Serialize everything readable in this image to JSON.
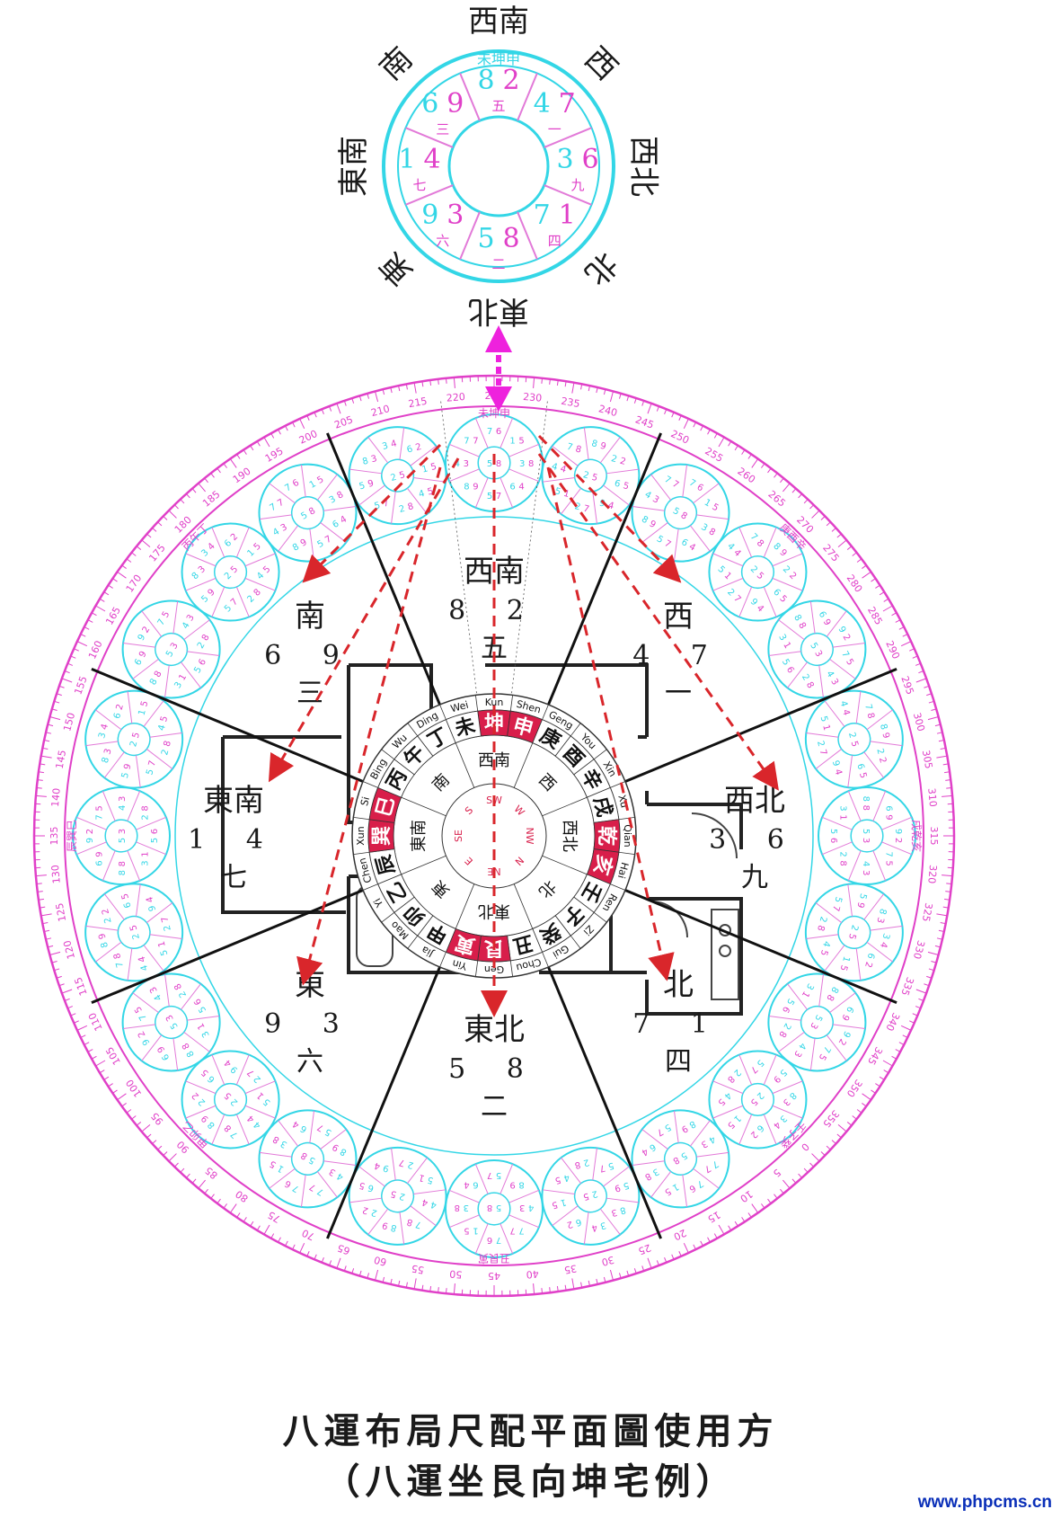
{
  "colors": {
    "cyan": "#33d6e6",
    "magenta": "#e040c8",
    "pink": "#e27ad8",
    "red": "#d9262b",
    "crimson": "#d81e4a",
    "arrow_magenta": "#ee22dd",
    "ink": "#1a1a1a",
    "watermark": "#0a2fb8"
  },
  "small_chart": {
    "mountain_label": "未坤申",
    "directions": [
      "西南",
      "西",
      "西北",
      "北",
      "東北",
      "東",
      "東南",
      "南"
    ],
    "cells": [
      {
        "name": "southwest",
        "a": "8",
        "b": "2",
        "base": "五"
      },
      {
        "name": "west",
        "a": "4",
        "b": "7",
        "base": "一"
      },
      {
        "name": "northwest",
        "a": "3",
        "b": "6",
        "base": "九"
      },
      {
        "name": "north",
        "a": "7",
        "b": "1",
        "base": "四"
      },
      {
        "name": "northeast",
        "a": "5",
        "b": "8",
        "base": "二"
      },
      {
        "name": "east",
        "a": "9",
        "b": "3",
        "base": "六"
      },
      {
        "name": "southeast",
        "a": "1",
        "b": "4",
        "base": "七"
      },
      {
        "name": "south",
        "a": "6",
        "b": "9",
        "base": "三"
      }
    ]
  },
  "sectors": [
    {
      "name": "southwest",
      "title": "西南",
      "nums": "8 2",
      "base": "五"
    },
    {
      "name": "west",
      "title": "西",
      "nums": "4 7",
      "base": "一"
    },
    {
      "name": "northwest",
      "title": "西北",
      "nums": "3 6",
      "base": "九"
    },
    {
      "name": "north",
      "title": "北",
      "nums": "7 1",
      "base": "四"
    },
    {
      "name": "northeast",
      "title": "東北",
      "nums": "5 8",
      "base": "二"
    },
    {
      "name": "east",
      "title": "東",
      "nums": "9 3",
      "base": "六"
    },
    {
      "name": "southeast",
      "title": "東南",
      "nums": "1 4",
      "base": "七"
    },
    {
      "name": "south",
      "title": "南",
      "nums": "6 9",
      "base": "三"
    }
  ],
  "mountain_labels": [
    "未坤申",
    "庚酉辛",
    "戌乾亥",
    "壬子癸",
    "丑艮寅",
    "甲卯乙",
    "辰巽巳",
    "丙午丁"
  ],
  "degree_labels": [
    "0",
    "5",
    "10",
    "15",
    "20",
    "25",
    "30",
    "35",
    "40",
    "45",
    "50",
    "55",
    "60",
    "65",
    "70",
    "75",
    "80",
    "85",
    "90",
    "95",
    "100",
    "105",
    "110",
    "115",
    "120",
    "125",
    "130",
    "135",
    "140",
    "145",
    "150",
    "155",
    "160",
    "165",
    "170",
    "175",
    "180",
    "185",
    "190",
    "195",
    "200",
    "205",
    "210",
    "215",
    "220",
    "225",
    "230",
    "235",
    "240",
    "245",
    "250",
    "255",
    "260",
    "265",
    "270",
    "275",
    "280",
    "285",
    "290",
    "295",
    "300",
    "305",
    "310",
    "315",
    "320",
    "325",
    "330",
    "335",
    "340",
    "345",
    "350",
    "355"
  ],
  "mini_chart_digits": [
    [
      "7",
      "1",
      "3",
      "6",
      "5",
      "8",
      "4",
      "7",
      "9",
      "3"
    ],
    [
      "8",
      "2",
      "6",
      "9",
      "2",
      "5",
      "4",
      "7",
      "1",
      "4"
    ],
    [
      "9",
      "7",
      "4",
      "2",
      "5",
      "3",
      "8",
      "6",
      "1",
      "8"
    ],
    [
      "3",
      "6",
      "1",
      "4",
      "2",
      "5",
      "5",
      "8",
      "7",
      "9"
    ]
  ],
  "compass": {
    "mountains": [
      "坤",
      "申",
      "庚",
      "酉",
      "辛",
      "戌",
      "乾",
      "亥",
      "壬",
      "子",
      "癸",
      "丑",
      "艮",
      "寅",
      "甲",
      "卯",
      "乙",
      "辰",
      "巽",
      "巳",
      "丙",
      "午",
      "丁",
      "未"
    ],
    "pinyin": [
      "Kun",
      "Shen",
      "Geng",
      "You",
      "Xin",
      "Xu",
      "Qian",
      "Hai",
      "Ren",
      "Zi",
      "Gui",
      "Chou",
      "Gen",
      "Yin",
      "Jia",
      "Mao",
      "Yi",
      "Chen",
      "Xun",
      "Si",
      "Bing",
      "Wu",
      "Ding",
      "Wei"
    ],
    "inner_dirs": [
      "西南",
      "西",
      "西北",
      "北",
      "東北",
      "東",
      "東南",
      "南"
    ],
    "inner_abbr": [
      "SW",
      "W",
      "NW",
      "N",
      "NE",
      "E",
      "SE",
      "S"
    ]
  },
  "caption": {
    "line1": "八運布局尺配平面圖使用方",
    "line2": "（八運坐艮向坤宅例）"
  },
  "watermark": "www.phpcms.cn"
}
